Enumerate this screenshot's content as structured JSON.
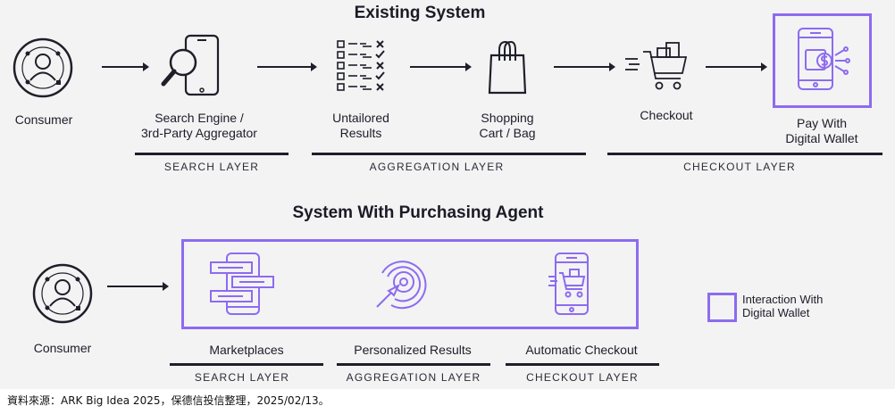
{
  "existing": {
    "title": "Existing System",
    "steps": [
      {
        "label": "Consumer",
        "icon": "consumer-icon"
      },
      {
        "label": "Search Engine /\n3rd-Party Aggregator",
        "icon": "search-phone-icon"
      },
      {
        "label": "Untailored\nResults",
        "icon": "results-list-icon"
      },
      {
        "label": "Shopping\nCart / Bag",
        "icon": "shopping-bag-icon"
      },
      {
        "label": "Checkout",
        "icon": "shopping-cart-icon"
      },
      {
        "label": "Pay With\nDigital Wallet",
        "icon": "digital-wallet-icon"
      }
    ],
    "layers": [
      "SEARCH LAYER",
      "AGGREGATION LAYER",
      "CHECKOUT LAYER"
    ]
  },
  "agent": {
    "title": "System With Purchasing Agent",
    "steps": [
      {
        "label": "Consumer",
        "icon": "consumer-icon"
      },
      {
        "label": "Marketplaces",
        "icon": "marketplaces-phone-icon"
      },
      {
        "label": "Personalized Results",
        "icon": "target-icon"
      },
      {
        "label": "Automatic Checkout",
        "icon": "cart-phone-icon"
      }
    ],
    "layers": [
      "SEARCH LAYER",
      "AGGREGATION LAYER",
      "CHECKOUT LAYER"
    ]
  },
  "legend": {
    "label": "Interaction With\nDigital Wallet"
  },
  "colors": {
    "accent": "#8d6bf0",
    "ink": "#1f1f2a",
    "background": "#f3f3f4"
  },
  "footer": {
    "source": "資料來源：ARK Big Idea 2025，保德信投信整理，2025/02/13。"
  }
}
